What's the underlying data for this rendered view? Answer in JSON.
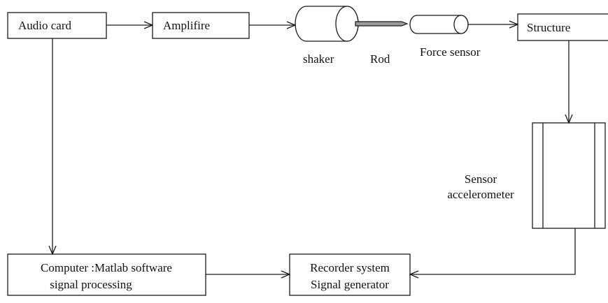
{
  "diagram": {
    "blocks": {
      "audio_card": "Audio card",
      "amplifier": "Amplifire",
      "structure": "Structure",
      "computer_line1": "Computer :Matlab software",
      "computer_line2": "signal processing",
      "recorder_line1": "Recorder system",
      "recorder_line2": "Signal generator"
    },
    "labels": {
      "shaker": "shaker",
      "rod": "Rod",
      "force_sensor": "Force sensor",
      "sensor_line1": "Sensor",
      "sensor_line2": "accelerometer"
    }
  },
  "colors": {
    "stroke": "#1a1a1a",
    "rod_fill": "#9a9a9a",
    "background": "#ffffff"
  }
}
